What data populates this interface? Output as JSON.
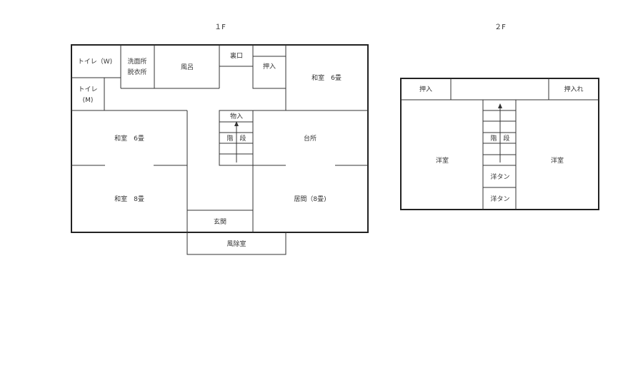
{
  "floor1": {
    "title": "１F",
    "rooms": {
      "toilet_w": "トイレ（W)",
      "senmenjo": "洗面所",
      "datsuijo": "脱衣所",
      "furo": "風呂",
      "uraguchi": "裏口",
      "oshiire": "押入",
      "washitsu_6_ne": "和室　6畳",
      "toilet_m_1": "トイレ",
      "toilet_m_2": "(M)",
      "monoire": "物入",
      "kaidan": "階　段",
      "washitsu_6_w": "和室　6畳",
      "daidokoro": "台所",
      "washitsu_8": "和室　8畳",
      "ima": "居間（8畳)",
      "genkan": "玄関",
      "fujoshitsu": "風除室"
    }
  },
  "floor2": {
    "title": "２F",
    "rooms": {
      "oshiire_l": "押入",
      "oshiire_r": "押入れ",
      "kaidan": "階　段",
      "yoshitsu_l": "洋室",
      "yoshitsu_r": "洋室",
      "yotan_1": "洋タン",
      "yotan_2": "洋タン"
    }
  }
}
